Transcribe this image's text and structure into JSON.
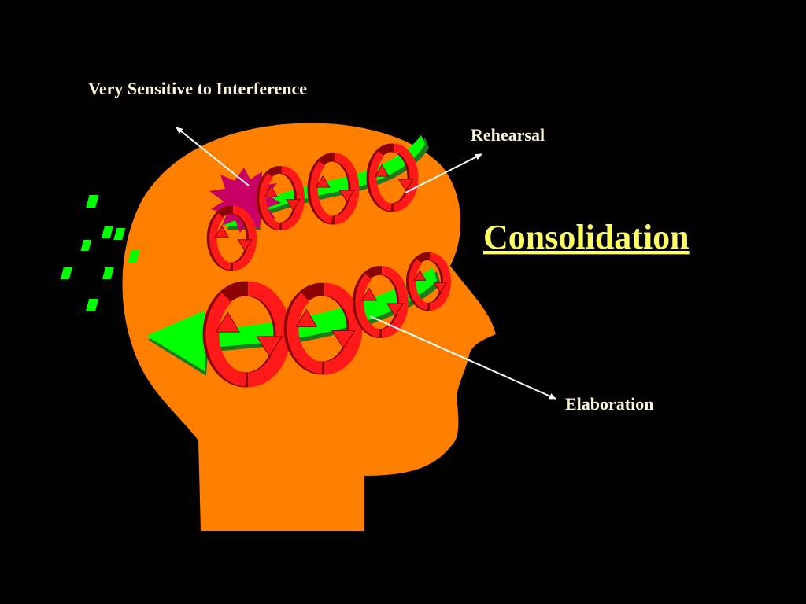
{
  "labels": {
    "interference": "Very Sensitive to Interference",
    "rehearsal": "Rehearsal",
    "title": "Consolidation",
    "elaboration": "Elaboration"
  },
  "colors": {
    "background": "#000000",
    "head": "#FF8000",
    "label_text": "#FFF8DC",
    "title_text": "#FFFF66",
    "arrow_green": "#00FF00",
    "arrow_green_shadow": "#1E7A1E",
    "ring_red": "#FF1A1A",
    "ring_dark": "#8B0000",
    "burst": "#C80064",
    "pointer": "#FFFFFF"
  }
}
